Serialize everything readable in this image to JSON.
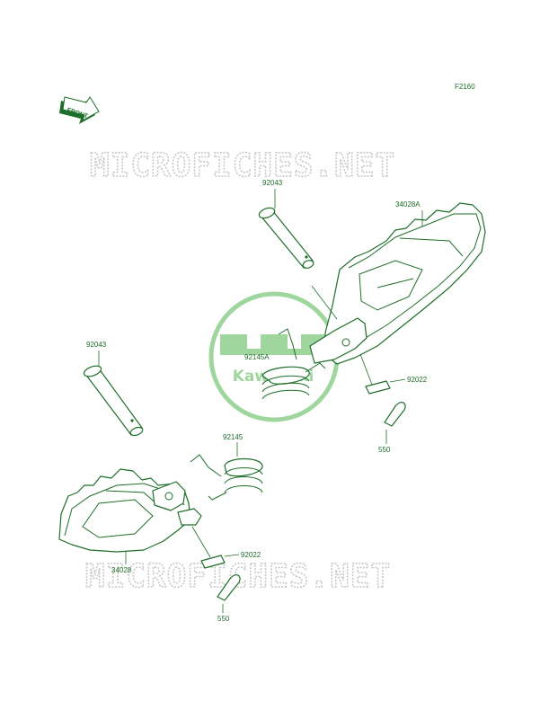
{
  "figure_code": "F2160",
  "front_label": "FRONT",
  "watermark": "MICROFICHES.NET",
  "logo": {
    "text": "Kawasaki",
    "color": "#7ec97e"
  },
  "parts": [
    {
      "id": "top_pin",
      "number": "92043"
    },
    {
      "id": "top_peg",
      "number": "34028A"
    },
    {
      "id": "top_spring",
      "number": "92145A"
    },
    {
      "id": "top_plug",
      "number": "92022"
    },
    {
      "id": "top_cotter",
      "number": "550"
    },
    {
      "id": "bottom_pin",
      "number": "92043"
    },
    {
      "id": "bottom_spring",
      "number": "92145"
    },
    {
      "id": "bottom_peg",
      "number": "34028"
    },
    {
      "id": "bottom_plug",
      "number": "92022"
    },
    {
      "id": "bottom_cotter",
      "number": "550"
    }
  ],
  "colors": {
    "line": "#1f6e2a",
    "watermark": "#c8c8c8",
    "background": "#ffffff"
  }
}
